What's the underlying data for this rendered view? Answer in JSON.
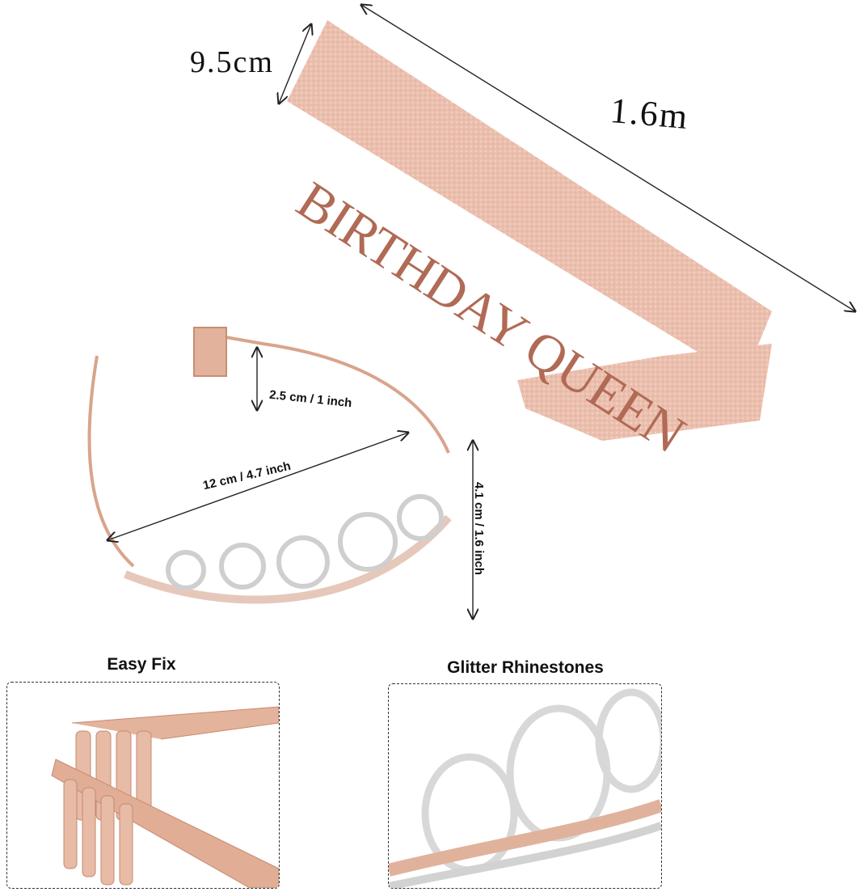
{
  "product": {
    "sash_text": "BIRTHDAY QUEEN",
    "sash_width_label": "9.5cm",
    "sash_length_label": "1.6m",
    "tiara_comb_label": "2.5 cm / 1 inch",
    "tiara_width_label": "12 cm / 4.7 inch",
    "tiara_height_label": "4.1 cm / 1.6 inch"
  },
  "details": [
    {
      "caption": "Easy Fix"
    },
    {
      "caption": "Glitter Rhinestones"
    }
  ],
  "colors": {
    "sash": "#ecc2b2",
    "sash_text": "#b06a55",
    "rose_gold": "#d9a48c",
    "stone": "#f4f4f4"
  }
}
